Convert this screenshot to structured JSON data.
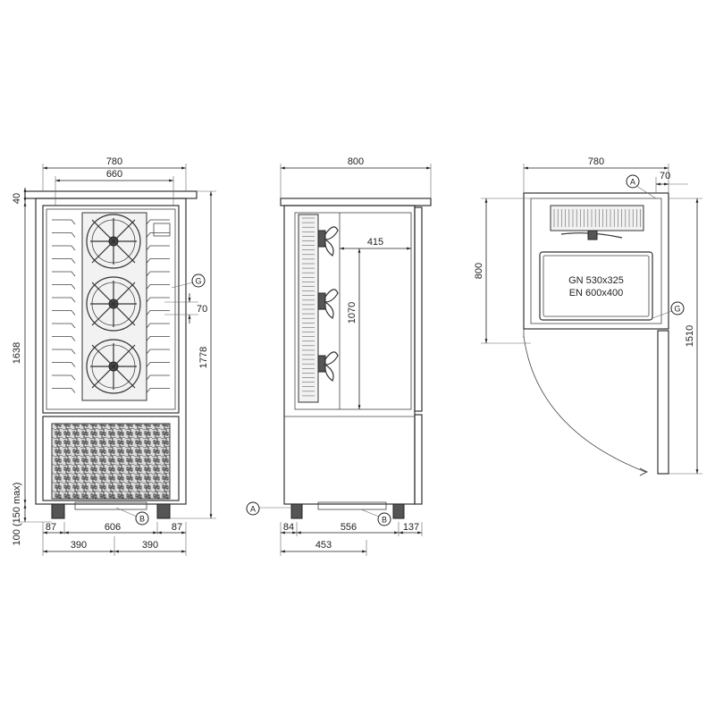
{
  "front_view": {
    "dim_total_width": "780",
    "dim_inner_width": "660",
    "dim_top": "40",
    "dim_inner_height": "1638",
    "dim_total_height": "1778",
    "dim_feet": "100 (150 max)",
    "dim_tray_pitch": "70",
    "dim_left_margin": "87",
    "dim_center": "606",
    "dim_right_margin": "87",
    "dim_half_left": "390",
    "dim_half_right": "390",
    "callout_g": "G",
    "callout_b": "B"
  },
  "side_view": {
    "dim_depth": "800",
    "dim_fan_depth": "415",
    "dim_chamber_height": "1070",
    "dim_front_foot": "84",
    "dim_foot_span": "556",
    "dim_door": "137",
    "dim_half_depth": "453",
    "callout_a": "A",
    "callout_b": "B"
  },
  "top_view": {
    "dim_width": "780",
    "dim_a_offset": "70",
    "dim_depth": "800",
    "dim_total_depth": "1510",
    "tray_label_1": "GN 530x325",
    "tray_label_2": "EN 600x400",
    "callout_a": "A",
    "callout_g": "G"
  }
}
